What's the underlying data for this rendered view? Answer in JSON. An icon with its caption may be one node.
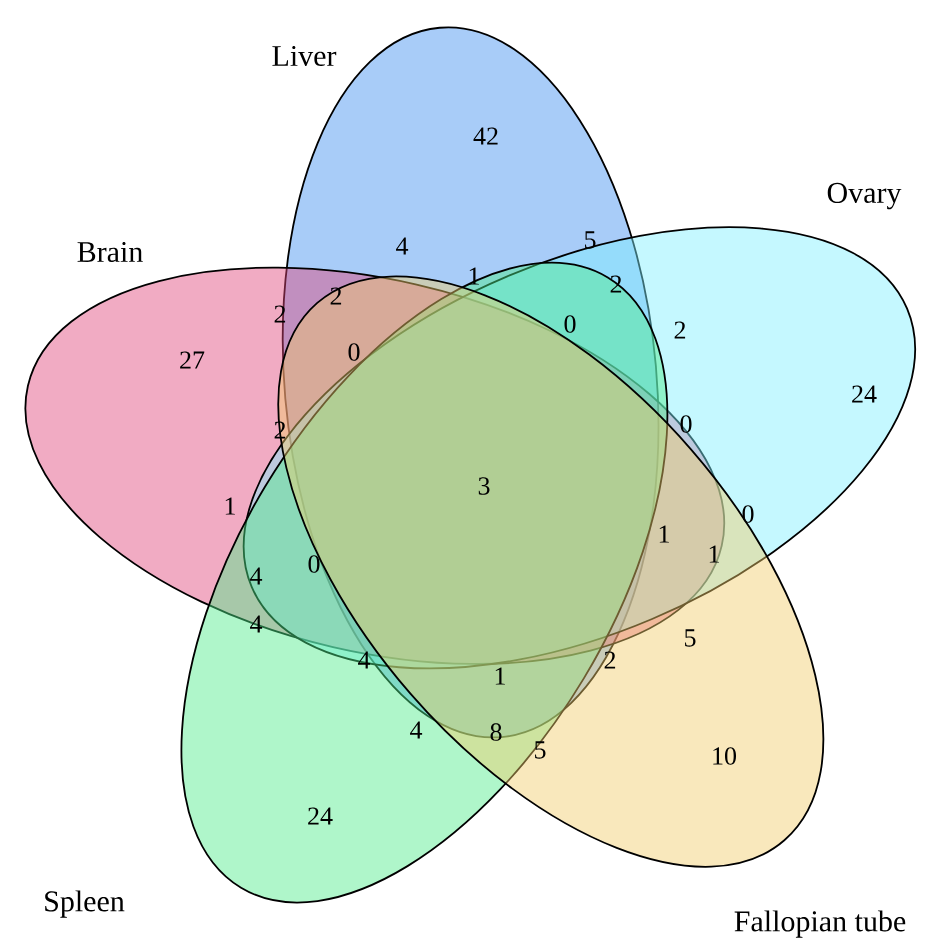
{
  "diagram": {
    "nodes": [
      {
        "text": [
          "Liver"
        ]
      },
      {
        "text": [
          "Brain"
        ]
      },
      {
        "text": [
          "Ovary"
        ]
      },
      {
        "text": [
          "Spleen"
        ]
      },
      {
        "text": [
          "Fallopian tube"
        ]
      }
    ],
    "labels": [
      "42",
      "4",
      "5",
      "1",
      "2",
      "2",
      "2",
      "0",
      "2",
      "0",
      "27",
      "24",
      "2",
      "0",
      "3",
      "1",
      "0",
      "1",
      "1",
      "4",
      "0",
      "4",
      "4",
      "1",
      "5",
      "2",
      "4",
      "8",
      "5",
      "10",
      "24"
    ]
  }
}
